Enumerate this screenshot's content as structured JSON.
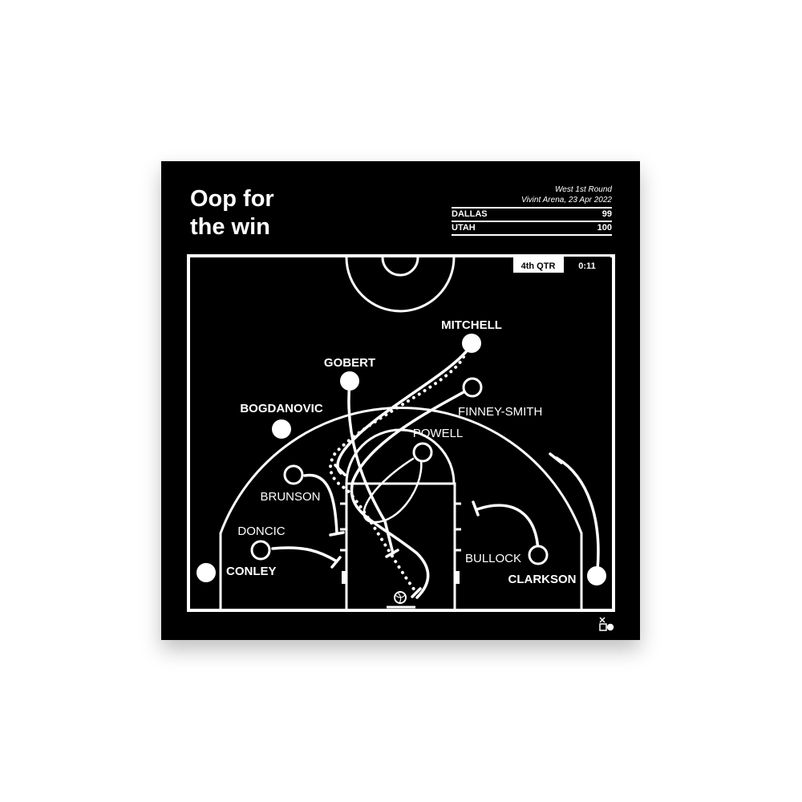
{
  "title_line1": "Oop for",
  "title_line2": "the win",
  "game": {
    "round": "West 1st Round",
    "venue_date": "Vivint Arena, 23 Apr 2022"
  },
  "scores": [
    {
      "team": "DALLAS",
      "points": "99"
    },
    {
      "team": "UTAH",
      "points": "100"
    }
  ],
  "clock": {
    "period": "4th QTR",
    "time": "0:11"
  },
  "players": {
    "mitchell": "MITCHELL",
    "gobert": "GOBERT",
    "bogdanovic": "BOGDANOVIC",
    "conley": "CONLEY",
    "clarkson": "CLARKSON",
    "finney_smith": "FINNEY-SMITH",
    "powell": "POWELL",
    "brunson": "BRUNSON",
    "doncic": "DONCIC",
    "bullock": "BULLOCK"
  }
}
